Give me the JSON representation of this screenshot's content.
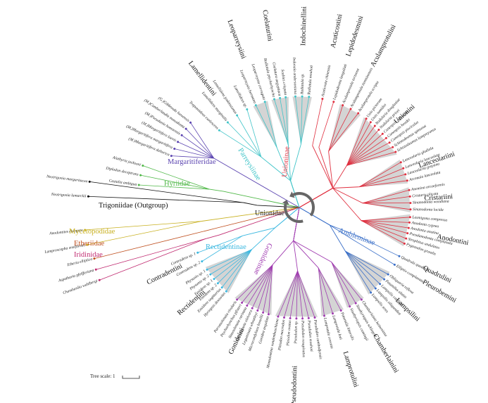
{
  "root_label": "Unionidae",
  "outgroup_label": "Trigoniidae (Outgroup)",
  "scale": {
    "label": "Tree scale: 1"
  },
  "colors": {
    "Unioninae": "#e03040",
    "Ambleminae": "#3a6fc8",
    "Gonideinae": "#a03bb0",
    "Rectidentinae": "#3bb8e0",
    "Parreysiinae": "#40c4c8",
    "Margaritiferidae": "#5b44b0",
    "Hyriidae": "#50b848",
    "Mycetopodidae": "#c8b020",
    "Etheriidae": "#c05020",
    "Iridinidae": "#c02a70",
    "Outgroup": "#111111",
    "shade": "#cccccc"
  },
  "subfamilies": [
    {
      "name": "Unioninae",
      "color": "#e03040"
    },
    {
      "name": "Ambleminae",
      "color": "#3a6fc8"
    },
    {
      "name": "Gonideinae",
      "color": "#a03bb0"
    },
    {
      "name": "Rectidentinae",
      "color": "#3bb8e0"
    },
    {
      "name": "Parreysiinae",
      "color": "#40c4c8"
    },
    {
      "name": "Margaritiferidae",
      "color": "#5b44b0"
    },
    {
      "name": "Hyriidae",
      "color": "#50b848"
    },
    {
      "name": "Mycetopodidae",
      "color": "#c8b020"
    },
    {
      "name": "Etheriidae",
      "color": "#c05020"
    },
    {
      "name": "Iridinidae",
      "color": "#c02a70"
    }
  ],
  "tribes": [
    "Unionini",
    "Lanceolariini",
    "Cristariini",
    "Anodontini",
    "Quadrulini",
    "Pleurobemini",
    "Lampsilini",
    "Chamberlainini",
    "Lamprotulini",
    "Pseudodontini",
    "Gonideini",
    "Rectidentini",
    "Contradentini",
    "Lamellidentini",
    "Leoparreysiini",
    "Coelaturini",
    "Indochinellini",
    "Acuticostini",
    "Lepidodesmini",
    "Aculamprotulini"
  ],
  "taxa": [
    "Acuticosta chinensis",
    "Lepidodesma languilati",
    "Aculamprotula tortuosa",
    "Aculamprotula tientsinensis",
    "Aculamprotula scripta",
    "Unio pictorum",
    "Unio tumidus",
    "Nodularia douglasiae",
    "Nodularia pricei",
    "Cuneopsis rufescens",
    "Cuneopsis heudei",
    "Cuneopsis pisciculus",
    "Schistodesmus spinosus",
    "Schistodesmus lampreyanus",
    "Lanceolaria gladiola",
    "Lanceolaria lanceolata",
    "Lanceolaria grayana",
    "Arconaia lanceolata",
    "Anemina arcaeformis",
    "Cristaria plicata",
    "Sinanodonta woodiana",
    "Sinanodonta lucida",
    "Lasmigona compressa",
    "Anodonta cygnea",
    "Anodonta anatina",
    "Pseudanodonta complanata",
    "Strophitus undulatus",
    "Pyganodon grandis",
    "Quadrula quadrula",
    "Elliptio complanata",
    "Obliquaria reflexa",
    "Potamilus alatus",
    "Lampsilis cardium",
    "Lampsilis siliquoidea",
    "Lampsilis teres",
    "Chamberlainia hainesiana",
    "Sinohyriopsis schlegelii",
    "Sinohyriopsis cumingii",
    "Potomida littoralis",
    "Lamprotula leai",
    "Lamprotula caveata",
    "Pseudodon cambodjensis",
    "Pseudodon mouhoti",
    "Pseudodon resupinatus",
    "Pseudodon sp.",
    "Pleiodon ovatus",
    "Pleiodon macrodon",
    "Monodontina vondembuschiana",
    "Gonidea angulata",
    "Microcondylaea bonellii",
    "Leguminaia wheatleyi",
    "Sinosolenaia oleivora",
    "Sinosolenaia carinata",
    "Ptychorhynchus pfisteri",
    "Parvasolenaia rivularis",
    "Hyriopsis desowitzi",
    "Ensidens sagittarius",
    "Ensidens sp. 2",
    "Ensidens sp. 1",
    "Physunio sp. 2",
    "Physunio sp. 1",
    "Contradens sp. 2",
    "Contradens sp. 1",
    "Trapezoideus exolescens",
    "Lamellidens marginalis",
    "Lamellidens jenkinsianus",
    "Lamellidens sp.",
    "Leoparreysia burmana",
    "Leoparreysia corrugata",
    "Radiatula ptychorhyncha",
    "Coelatura aegyptiaca",
    "Scabies crispata",
    "Indonaia andersoniana",
    "Radiatula sp.",
    "Radiatula mouhoti",
    "(M.)Margaritifera dahurica",
    "(M.)Margaritifera margaritifera",
    "(M.)Margaritifera laevis",
    "(M.)Pseudunio homsensis",
    "(M.)Cumberlandia monodonta",
    "(G.)Gibbosula laosensis",
    "Castalia ambigua",
    "Diplodon deceptrans",
    "Alathyria jacksoni",
    "Neotrigonia lamarckii",
    "Neotrigonia margaritacea",
    "Anodontites elongata",
    "Lamproscapha ensiformis",
    "Etheria elliptica",
    "Aspatharia pfeifferiana",
    "Chambardia wahlbergi"
  ],
  "groups": [
    {
      "sub": "Unioninae",
      "tribe": "Acuticostini",
      "taxa": [
        0
      ],
      "shade": false
    },
    {
      "sub": "Unioninae",
      "tribe": "Lepidodesmini",
      "taxa": [
        1
      ],
      "shade": false
    },
    {
      "sub": "Unioninae",
      "tribe": "Aculamprotulini",
      "taxa": [
        2,
        3,
        4
      ],
      "shade": true
    },
    {
      "sub": "Unioninae",
      "tribe": "Unionini",
      "taxa": [
        5,
        6,
        7,
        8,
        9,
        10,
        11,
        12,
        13
      ],
      "shade": true
    },
    {
      "sub": "Unioninae",
      "tribe": "Lanceolariini",
      "taxa": [
        14,
        15,
        16,
        17
      ],
      "shade": true
    },
    {
      "sub": "Unioninae",
      "tribe": "Cristariini",
      "taxa": [
        18,
        19,
        20,
        21
      ],
      "shade": true
    },
    {
      "sub": "Unioninae",
      "tribe": "Anodontini",
      "taxa": [
        22,
        23,
        24,
        25,
        26,
        27
      ],
      "shade": true
    },
    {
      "sub": "Ambleminae",
      "tribe": "Quadrulini",
      "taxa": [
        28
      ],
      "shade": false
    },
    {
      "sub": "Ambleminae",
      "tribe": "Pleurobemini",
      "taxa": [
        29
      ],
      "shade": false
    },
    {
      "sub": "Ambleminae",
      "tribe": "Lampsilini",
      "taxa": [
        30,
        31,
        32,
        33,
        34
      ],
      "shade": true
    },
    {
      "sub": "Gonideinae",
      "tribe": "Chamberlainini",
      "taxa": [
        35,
        36,
        37
      ],
      "shade": true
    },
    {
      "sub": "Gonideinae",
      "tribe": "Lamprotulini",
      "taxa": [
        38,
        39,
        40
      ],
      "shade": true
    },
    {
      "sub": "Gonideinae",
      "tribe": "Pseudodontini",
      "taxa": [
        41,
        42,
        43,
        44,
        45,
        46,
        47
      ],
      "shade": true
    },
    {
      "sub": "Gonideinae",
      "tribe": "Gonideini",
      "taxa": [
        48,
        49,
        50,
        51,
        52,
        53,
        54
      ],
      "shade": true
    },
    {
      "sub": "Rectidentinae",
      "tribe": "Rectidentini",
      "taxa": [
        55,
        56,
        57,
        58,
        59,
        60
      ],
      "shade": true
    },
    {
      "sub": "Rectidentinae",
      "tribe": "Contradentini",
      "taxa": [
        61,
        62
      ],
      "shade": false
    },
    {
      "sub": "Parreysiinae",
      "tribe": "Lamellidentini",
      "taxa": [
        63,
        64,
        65,
        66
      ],
      "shade": false
    },
    {
      "sub": "Parreysiinae",
      "tribe": "Leoparreysiini",
      "taxa": [
        67,
        68
      ],
      "shade": true
    },
    {
      "sub": "Parreysiinae",
      "tribe": "Coelaturini",
      "taxa": [
        69,
        70,
        71
      ],
      "shade": true
    },
    {
      "sub": "Parreysiinae",
      "tribe": "Indochinellini",
      "taxa": [
        72,
        73,
        74
      ],
      "shade": true
    },
    {
      "sub": "Margaritiferidae",
      "tribe": null,
      "taxa": [
        75,
        76,
        77,
        78,
        79,
        80
      ],
      "shade": false
    },
    {
      "sub": "Hyriidae",
      "tribe": null,
      "taxa": [
        81,
        82,
        83
      ],
      "shade": false
    },
    {
      "sub": "Outgroup",
      "tribe": null,
      "taxa": [
        84,
        85
      ],
      "shade": false
    },
    {
      "sub": "Mycetopodidae",
      "tribe": null,
      "taxa": [
        86,
        87
      ],
      "shade": false
    },
    {
      "sub": "Etheriidae",
      "tribe": null,
      "taxa": [
        88
      ],
      "shade": false
    },
    {
      "sub": "Iridinidae",
      "tribe": null,
      "taxa": [
        89,
        90
      ],
      "shade": false
    }
  ]
}
